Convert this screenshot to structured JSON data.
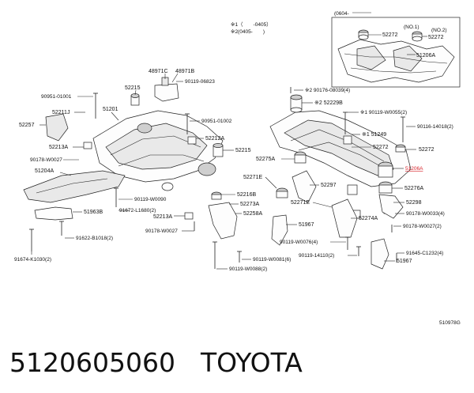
{
  "inset": {
    "date_code": "(0604-",
    "sub_labels": [
      "(NO.1)",
      "(NO.2)"
    ],
    "parts": [
      "52272",
      "52272",
      "51206A"
    ]
  },
  "notes": {
    "note1": "※1（　　-0405）",
    "note2": "※2(0405-　　)"
  },
  "labels": {
    "p48971C": "48971C",
    "p48971B": "48971B",
    "p90119_06823": "90119-06823",
    "p52215_top": "52215",
    "p90951_01001": "90951-01001",
    "p52211J": "52211J",
    "p51201": "51201",
    "p52257": "52257",
    "p90951_01002": "90951-01002",
    "p52212A": "52212A",
    "p52213A_left": "52213A",
    "p90178_W0027_left": "90178-W0027",
    "p52215_mid": "52215",
    "p51204A": "51204A",
    "p90119_W0090": "90119-W0090",
    "p51963B": "51963B",
    "p91672_L1680": "91672-L1680(2)",
    "p52213A_mid": "52213A",
    "p91622_B1018": "91622-B1018(2)",
    "p90178_W0027_mid": "90178-W0027",
    "p91674_K1030": "91674-K1030(2)",
    "p52216B": "52216B",
    "p52273A": "52273A",
    "p52258A": "52258A",
    "p90119_W0081": "90119-W0081(6)",
    "p90119_W0088": "90119-W0088(2)",
    "p90176_08039": "※2 90176-08039(4)",
    "p52229B": "※2 52229B",
    "p90119_W0055": "※1 90119-W0055(2)",
    "p51249": "※1 51249",
    "p90116_14018": "90116-14018(2)",
    "p52272_a": "52272",
    "p52272_b": "52272",
    "p52275A": "52275A",
    "p51206A_hl": "51206A",
    "p52271E_left": "52271E",
    "p52297": "52297",
    "p52276A": "52276A",
    "p52271E_right": "52271E",
    "p52298": "52298",
    "p52274A": "52274A",
    "p90178_W0033": "90178-W0033(4)",
    "p51967_left": "51967",
    "p90178_W0027_right": "90178-W0027(2)",
    "p90119_W0076": "90119-W0076(4)",
    "p90119_14110": "90119-14110(2)",
    "p91645_C1232": "91645-C1232(4)",
    "p51967_right": "51967",
    "ref_code": "510978G"
  },
  "caption": {
    "part_number": "5120605060",
    "brand": "TOYOTA"
  },
  "colors": {
    "highlight": "#d8262d",
    "line": "#222222"
  }
}
